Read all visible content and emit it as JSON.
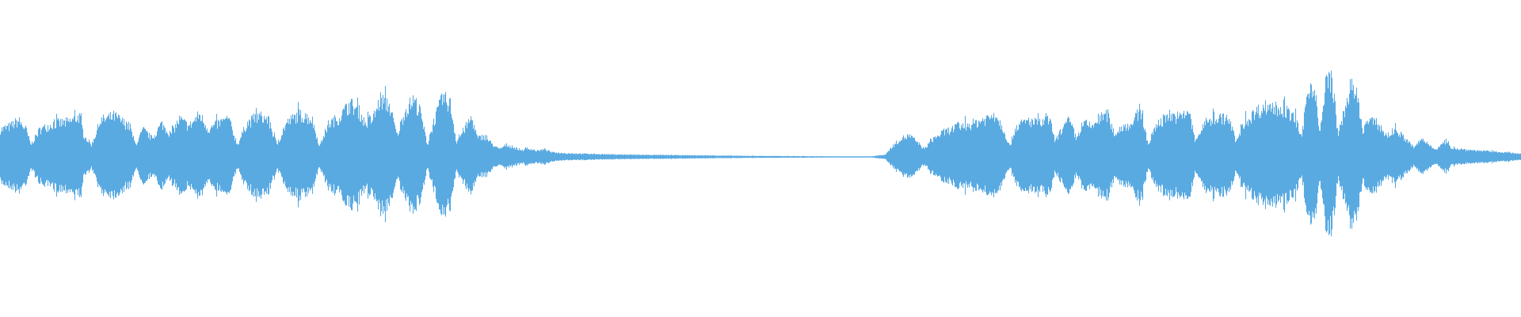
{
  "waveform": {
    "color": "#5aaae2",
    "background": "#ffffff",
    "envelope": [
      [
        0.0,
        0.18
      ],
      [
        0.006,
        0.2
      ],
      [
        0.012,
        0.24
      ],
      [
        0.017,
        0.18
      ],
      [
        0.02,
        0.08
      ],
      [
        0.026,
        0.18
      ],
      [
        0.035,
        0.22
      ],
      [
        0.045,
        0.23
      ],
      [
        0.052,
        0.27
      ],
      [
        0.055,
        0.14
      ],
      [
        0.06,
        0.08
      ],
      [
        0.066,
        0.24
      ],
      [
        0.075,
        0.27
      ],
      [
        0.085,
        0.2
      ],
      [
        0.089,
        0.08
      ],
      [
        0.094,
        0.18
      ],
      [
        0.1,
        0.12
      ],
      [
        0.106,
        0.22
      ],
      [
        0.112,
        0.15
      ],
      [
        0.118,
        0.25
      ],
      [
        0.124,
        0.2
      ],
      [
        0.131,
        0.28
      ],
      [
        0.137,
        0.18
      ],
      [
        0.143,
        0.22
      ],
      [
        0.15,
        0.25
      ],
      [
        0.156,
        0.08
      ],
      [
        0.162,
        0.22
      ],
      [
        0.17,
        0.27
      ],
      [
        0.176,
        0.25
      ],
      [
        0.182,
        0.08
      ],
      [
        0.188,
        0.22
      ],
      [
        0.196,
        0.28
      ],
      [
        0.205,
        0.25
      ],
      [
        0.21,
        0.07
      ],
      [
        0.216,
        0.22
      ],
      [
        0.223,
        0.26
      ],
      [
        0.23,
        0.35
      ],
      [
        0.236,
        0.3
      ],
      [
        0.24,
        0.22
      ],
      [
        0.245,
        0.25
      ],
      [
        0.25,
        0.38
      ],
      [
        0.256,
        0.34
      ],
      [
        0.261,
        0.14
      ],
      [
        0.266,
        0.3
      ],
      [
        0.272,
        0.38
      ],
      [
        0.276,
        0.3
      ],
      [
        0.281,
        0.08
      ],
      [
        0.285,
        0.23
      ],
      [
        0.291,
        0.39
      ],
      [
        0.296,
        0.35
      ],
      [
        0.3,
        0.1
      ],
      [
        0.305,
        0.18
      ],
      [
        0.31,
        0.26
      ],
      [
        0.314,
        0.12
      ],
      [
        0.318,
        0.14
      ],
      [
        0.323,
        0.09
      ],
      [
        0.328,
        0.05
      ],
      [
        0.333,
        0.08
      ],
      [
        0.338,
        0.06
      ],
      [
        0.343,
        0.045
      ],
      [
        0.348,
        0.055
      ],
      [
        0.353,
        0.04
      ],
      [
        0.358,
        0.05
      ],
      [
        0.363,
        0.03
      ],
      [
        0.37,
        0.025
      ],
      [
        0.38,
        0.022
      ],
      [
        0.395,
        0.018
      ],
      [
        0.41,
        0.015
      ],
      [
        0.43,
        0.013
      ],
      [
        0.45,
        0.011
      ],
      [
        0.47,
        0.009
      ],
      [
        0.49,
        0.007
      ],
      [
        0.51,
        0.006
      ],
      [
        0.53,
        0.005
      ],
      [
        0.55,
        0.004
      ],
      [
        0.57,
        0.003
      ],
      [
        0.572,
        0.003
      ],
      [
        0.576,
        0.008
      ],
      [
        0.582,
        0.014
      ],
      [
        0.586,
        0.06
      ],
      [
        0.592,
        0.12
      ],
      [
        0.598,
        0.14
      ],
      [
        0.603,
        0.1
      ],
      [
        0.608,
        0.05
      ],
      [
        0.612,
        0.11
      ],
      [
        0.62,
        0.16
      ],
      [
        0.63,
        0.2
      ],
      [
        0.64,
        0.22
      ],
      [
        0.65,
        0.26
      ],
      [
        0.655,
        0.28
      ],
      [
        0.66,
        0.18
      ],
      [
        0.664,
        0.07
      ],
      [
        0.668,
        0.2
      ],
      [
        0.676,
        0.24
      ],
      [
        0.684,
        0.22
      ],
      [
        0.69,
        0.25
      ],
      [
        0.694,
        0.1
      ],
      [
        0.698,
        0.18
      ],
      [
        0.703,
        0.24
      ],
      [
        0.708,
        0.12
      ],
      [
        0.712,
        0.22
      ],
      [
        0.718,
        0.2
      ],
      [
        0.722,
        0.25
      ],
      [
        0.728,
        0.28
      ],
      [
        0.733,
        0.15
      ],
      [
        0.738,
        0.2
      ],
      [
        0.745,
        0.22
      ],
      [
        0.75,
        0.32
      ],
      [
        0.755,
        0.08
      ],
      [
        0.76,
        0.2
      ],
      [
        0.768,
        0.28
      ],
      [
        0.776,
        0.26
      ],
      [
        0.782,
        0.3
      ],
      [
        0.786,
        0.1
      ],
      [
        0.792,
        0.22
      ],
      [
        0.8,
        0.26
      ],
      [
        0.808,
        0.25
      ],
      [
        0.813,
        0.1
      ],
      [
        0.818,
        0.22
      ],
      [
        0.826,
        0.3
      ],
      [
        0.834,
        0.34
      ],
      [
        0.84,
        0.32
      ],
      [
        0.846,
        0.3
      ],
      [
        0.852,
        0.25
      ],
      [
        0.856,
        0.12
      ],
      [
        0.86,
        0.45
      ],
      [
        0.864,
        0.48
      ],
      [
        0.868,
        0.14
      ],
      [
        0.872,
        0.5
      ],
      [
        0.876,
        0.52
      ],
      [
        0.88,
        0.14
      ],
      [
        0.884,
        0.3
      ],
      [
        0.888,
        0.46
      ],
      [
        0.892,
        0.42
      ],
      [
        0.896,
        0.18
      ],
      [
        0.9,
        0.24
      ],
      [
        0.906,
        0.22
      ],
      [
        0.912,
        0.14
      ],
      [
        0.918,
        0.18
      ],
      [
        0.924,
        0.12
      ],
      [
        0.93,
        0.06
      ],
      [
        0.935,
        0.12
      ],
      [
        0.94,
        0.08
      ],
      [
        0.945,
        0.05
      ],
      [
        0.95,
        0.1
      ],
      [
        0.955,
        0.06
      ],
      [
        0.962,
        0.05
      ],
      [
        0.968,
        0.045
      ],
      [
        0.975,
        0.04
      ],
      [
        0.982,
        0.035
      ],
      [
        0.99,
        0.03
      ],
      [
        0.995,
        0.025
      ],
      [
        1.0,
        0.02
      ]
    ]
  }
}
